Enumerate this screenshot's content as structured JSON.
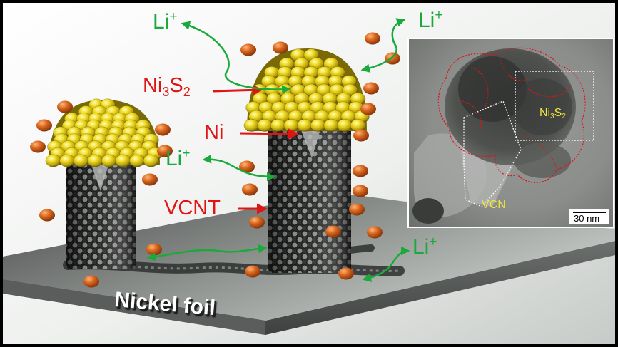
{
  "labels": {
    "li_base": "Li",
    "li_charge": "+",
    "ni3s2_ni": "Ni",
    "ni3s2_sub3": "3",
    "ni3s2_s": "S",
    "ni3s2_sub2": "2",
    "ni": "Ni",
    "vcnt": "VCNT",
    "nickel_foil": "Nickel foil"
  },
  "inset": {
    "ni3s2_ni": "Ni",
    "ni3s2_sub3": "3",
    "ni3s2_s": "S",
    "ni3s2_sub2": "2",
    "vcn": "VCN",
    "scale_bar": "30 nm"
  },
  "colors": {
    "li_green": "#1aaa3c",
    "label_red": "#e01414",
    "ni3s2_gold": "#e6d21e",
    "nanotube_gray": "#3c3c3c",
    "li_ion_orange": "#d2621e",
    "inset_yellow": "#f0e640"
  }
}
